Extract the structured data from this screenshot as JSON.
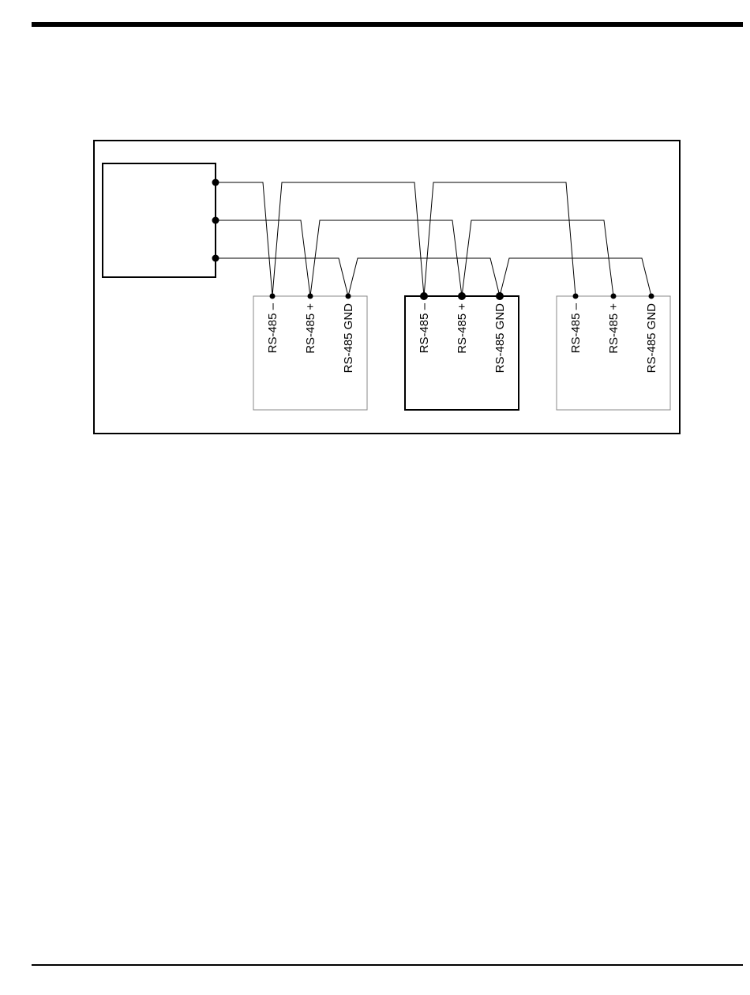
{
  "diagram": {
    "nodes": [
      {
        "id": "node-1",
        "outline": "thin",
        "pins": [
          {
            "id": "minus",
            "label": "RS-485 –"
          },
          {
            "id": "plus",
            "label": "RS-485 +"
          },
          {
            "id": "gnd",
            "label": "RS-485 GND"
          }
        ]
      },
      {
        "id": "node-2",
        "outline": "bold",
        "pins": [
          {
            "id": "minus",
            "label": "RS-485 –"
          },
          {
            "id": "plus",
            "label": "RS-485 +"
          },
          {
            "id": "gnd",
            "label": "RS-485 GND"
          }
        ]
      },
      {
        "id": "node-3",
        "outline": "thin",
        "pins": [
          {
            "id": "minus",
            "label": "RS-485 –"
          },
          {
            "id": "plus",
            "label": "RS-485 +"
          },
          {
            "id": "gnd",
            "label": "RS-485 GND"
          }
        ]
      }
    ],
    "wiring": "daisy-chain",
    "line_color": "#000000"
  }
}
